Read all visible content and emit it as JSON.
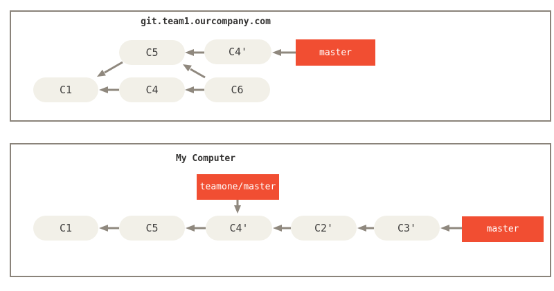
{
  "figure": {
    "type": "git-commit-graph",
    "description": "Two git repositories shown as panels with commit nodes and branch pointers"
  },
  "colors": {
    "node_fill": "#f2f0e8",
    "node_text": "#3f3e3d",
    "branch_fill": "#f14e32",
    "branch_text": "#ffffff",
    "arrow": "#8f887e",
    "panel_border": "#8a837a",
    "title_text": "#333231"
  },
  "panels": [
    {
      "title": "git.team1.ourcompany.com",
      "nodes": [
        {
          "label": "C5"
        },
        {
          "label": "C4'"
        },
        {
          "label": "C1"
        },
        {
          "label": "C4"
        },
        {
          "label": "C6"
        }
      ],
      "branches": [
        {
          "label": "master"
        }
      ],
      "edges": [
        {
          "from": "C4'",
          "to": "C5"
        },
        {
          "from": "master",
          "to": "C4'"
        },
        {
          "from": "C4",
          "to": "C1"
        },
        {
          "from": "C6",
          "to": "C4"
        },
        {
          "from": "C5",
          "to": "C1"
        },
        {
          "from": "C6",
          "to": "C5"
        }
      ]
    },
    {
      "title": "My Computer",
      "nodes": [
        {
          "label": "C1"
        },
        {
          "label": "C5"
        },
        {
          "label": "C4'"
        },
        {
          "label": "C2'"
        },
        {
          "label": "C3'"
        }
      ],
      "branches": [
        {
          "label": "teamone/master"
        },
        {
          "label": "master"
        }
      ],
      "edges": [
        {
          "from": "C5",
          "to": "C1"
        },
        {
          "from": "C4'",
          "to": "C5"
        },
        {
          "from": "C2'",
          "to": "C4'"
        },
        {
          "from": "C3'",
          "to": "C2'"
        },
        {
          "from": "master",
          "to": "C3'"
        },
        {
          "from": "teamone/master",
          "to": "C4'"
        }
      ]
    }
  ]
}
